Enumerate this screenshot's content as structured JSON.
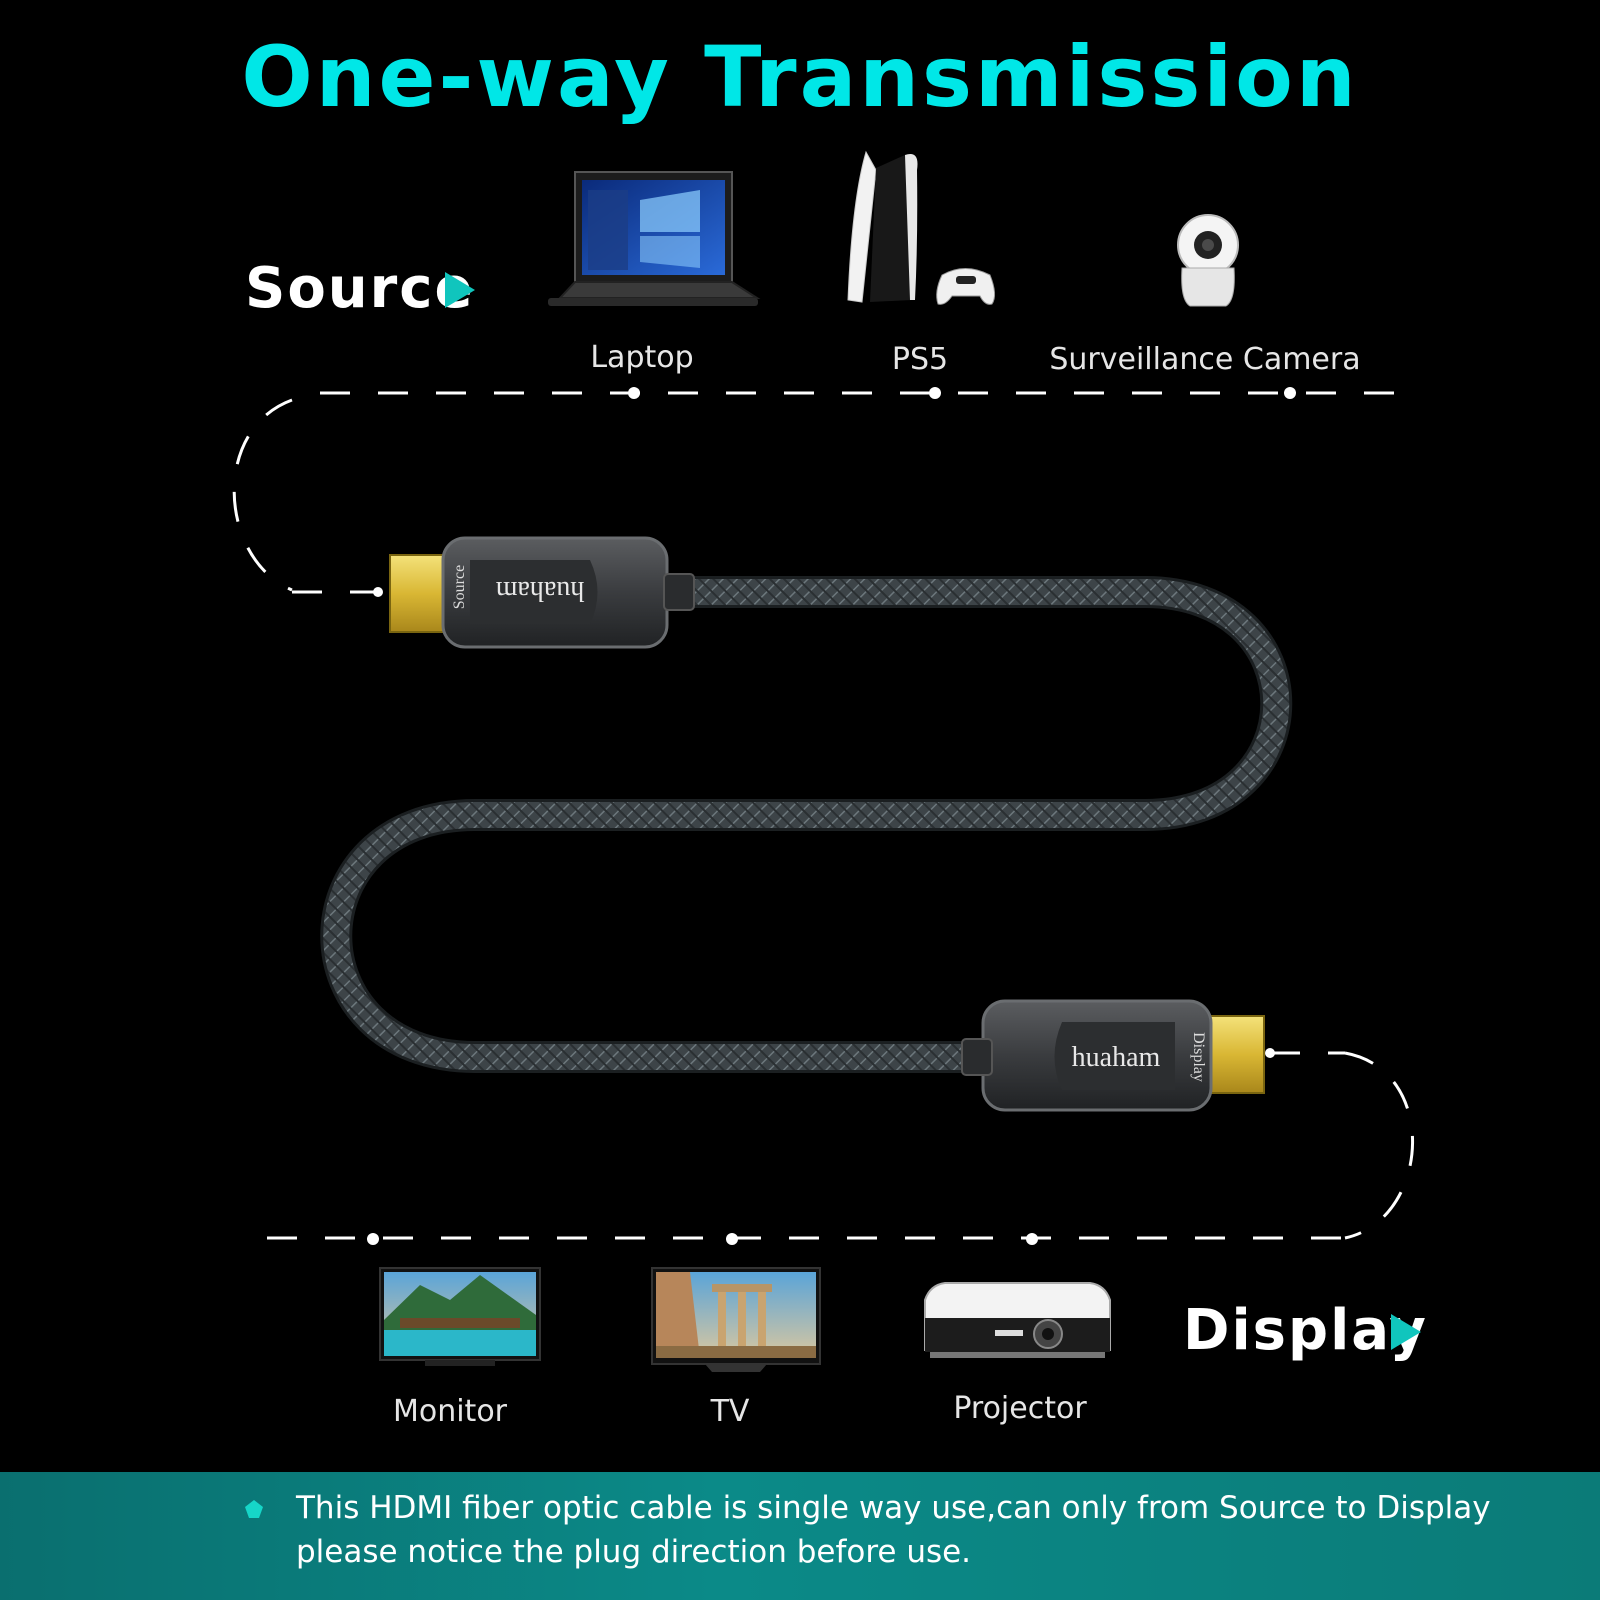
{
  "title": "One-way Transmission",
  "source": {
    "heading": "Source",
    "devices": [
      {
        "label": "Laptop",
        "icon": "laptop-icon"
      },
      {
        "label": "PS5",
        "icon": "ps5-console-icon"
      },
      {
        "label": "Surveillance Camera",
        "icon": "surveillance-camera-icon"
      }
    ]
  },
  "display": {
    "heading": "Display",
    "devices": [
      {
        "label": "Monitor",
        "icon": "monitor-icon"
      },
      {
        "label": "TV",
        "icon": "tv-icon"
      },
      {
        "label": "Projector",
        "icon": "projector-icon"
      }
    ]
  },
  "cable": {
    "source_end": {
      "brand": "huaham",
      "label": "Source"
    },
    "display_end": {
      "brand": "huaham",
      "label": "Display"
    }
  },
  "footer": {
    "line1": "This HDMI fiber optic cable is single way use,can only from Source to Display",
    "line2": "please notice the plug direction before use."
  },
  "colors": {
    "title": "#00e7e7",
    "accent": "#10c5bd",
    "footer_bg": "#0b8a88"
  }
}
